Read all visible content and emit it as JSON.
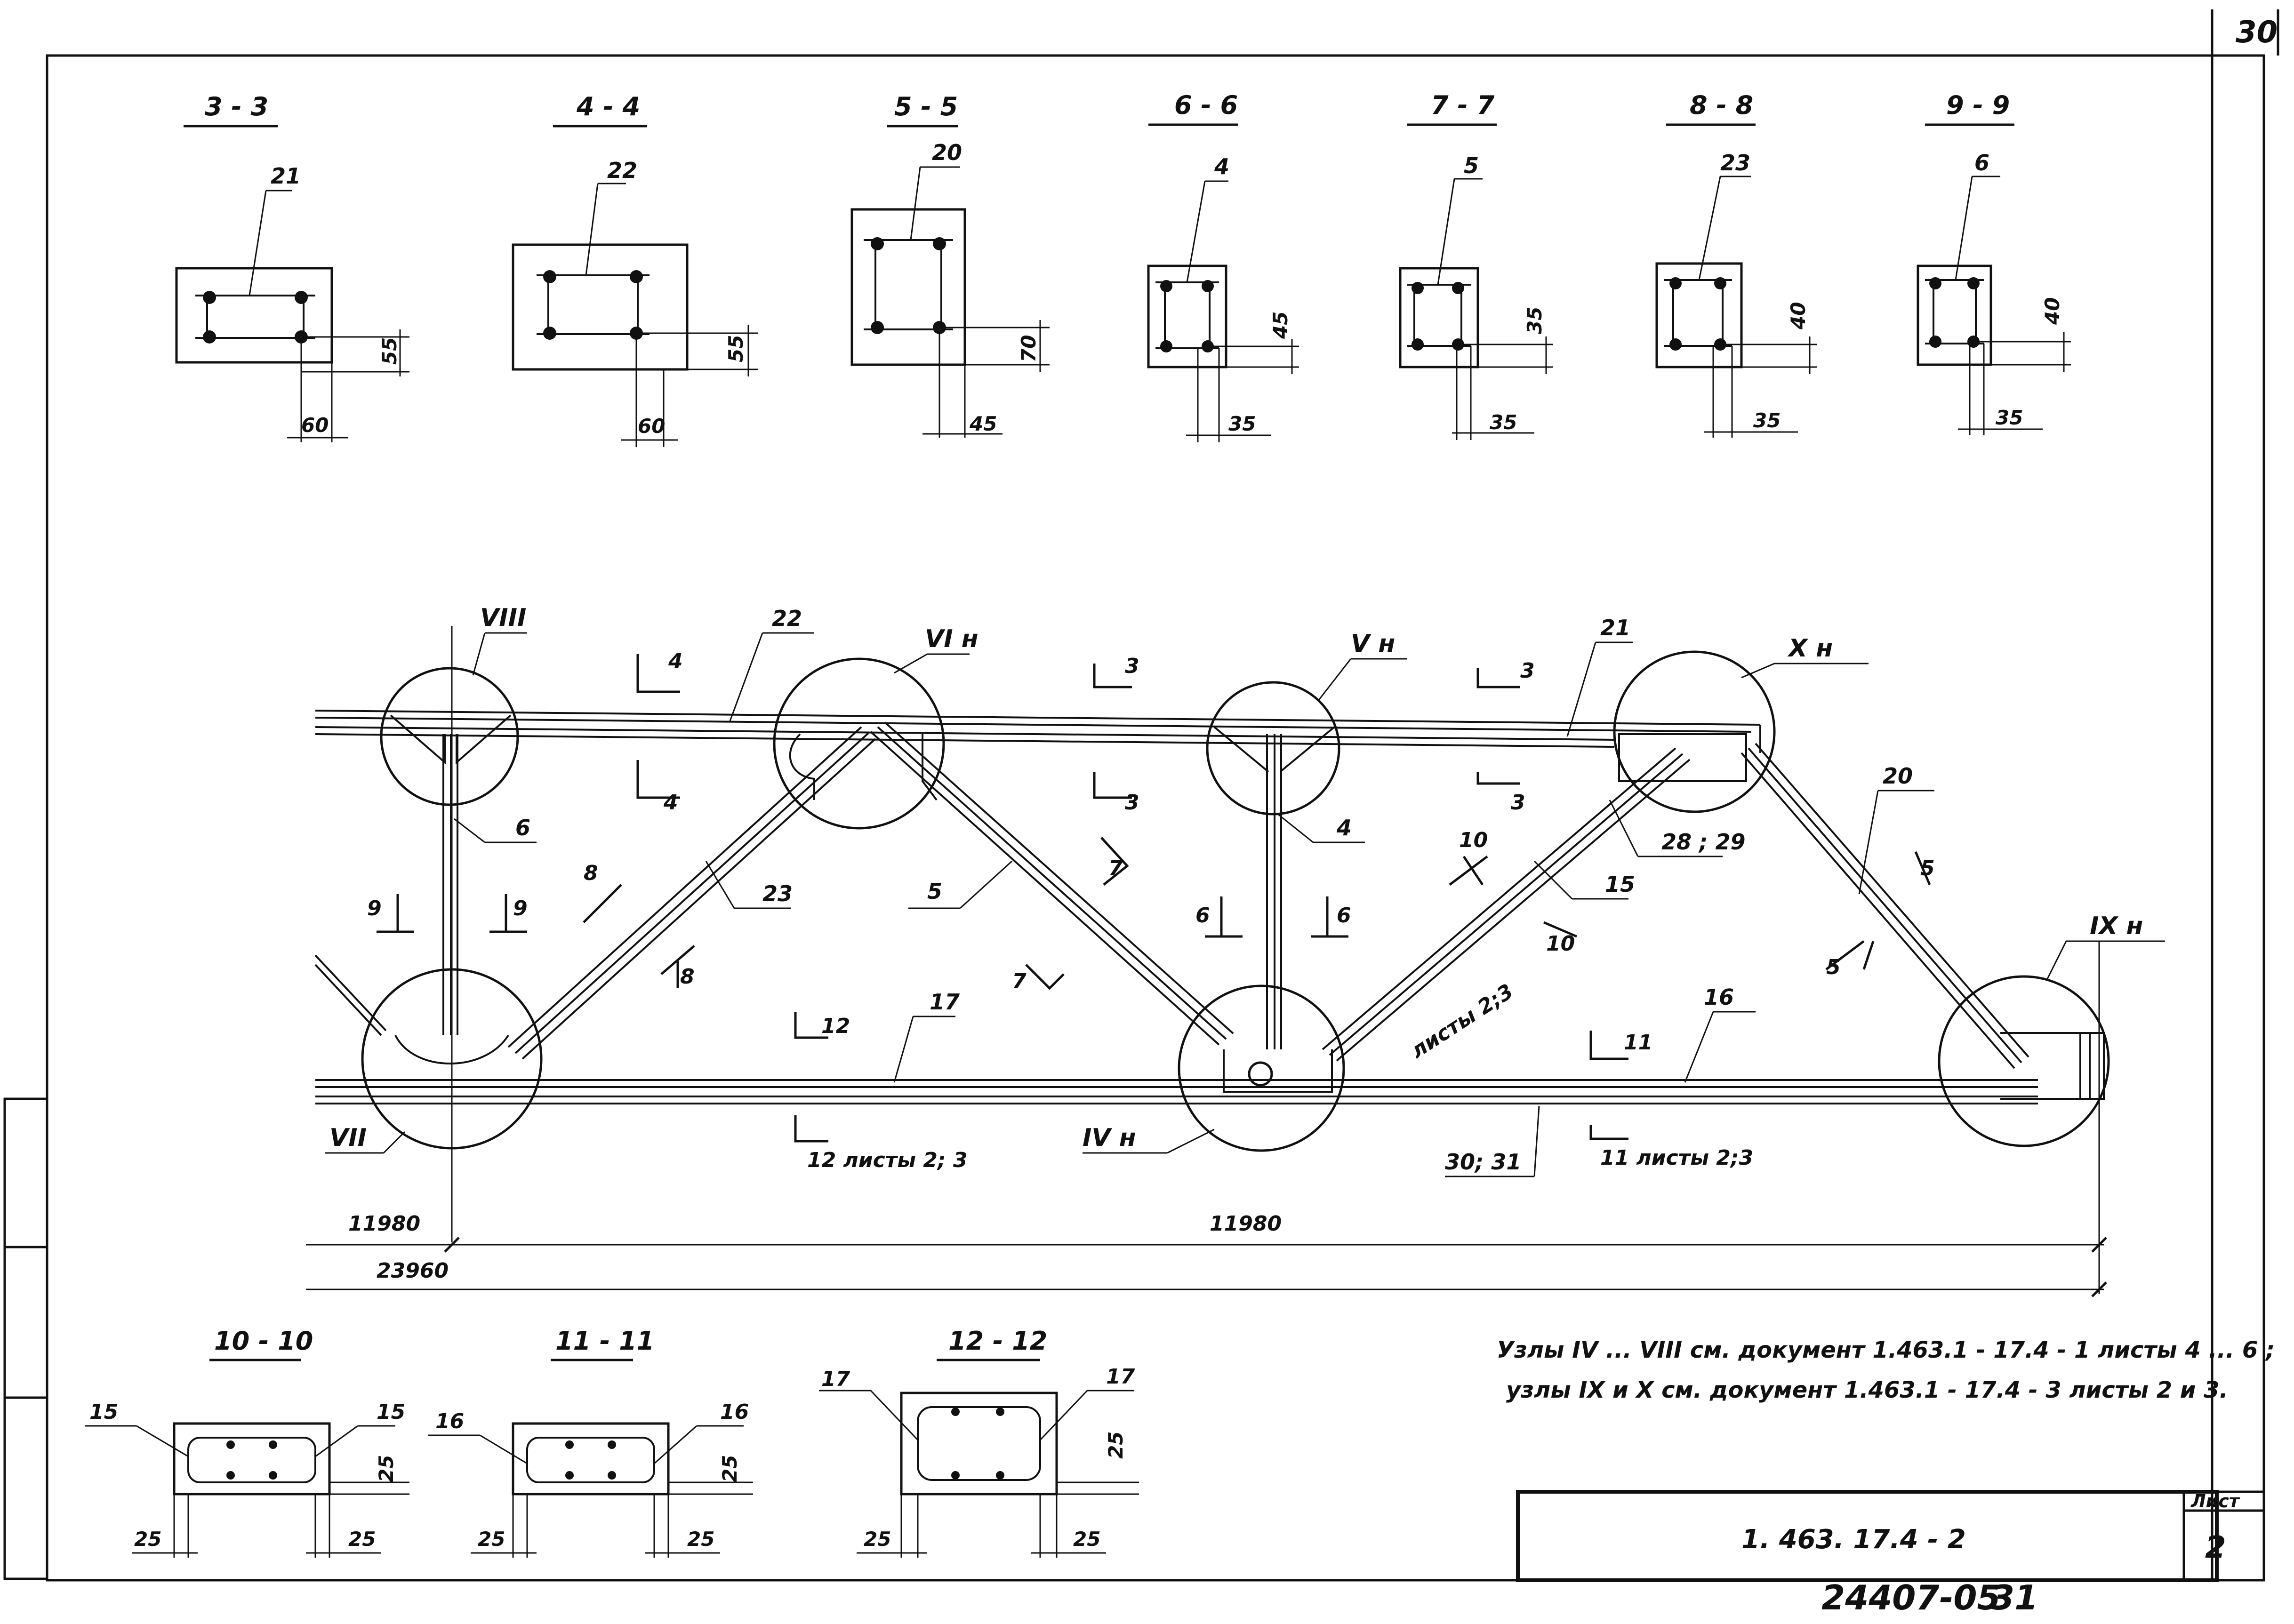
{
  "sheet": {
    "page_number": "30",
    "sheet_label": "Лист",
    "sheet_value": "2",
    "document_code": "1. 463. 17.4 - 2",
    "archive_number": "24407-05",
    "archive_page": "31"
  },
  "sections_top": [
    {
      "title": "3 - 3",
      "bar": "21",
      "dim_v": "55",
      "dim_h": "60"
    },
    {
      "title": "4 - 4",
      "bar": "22",
      "dim_v": "55",
      "dim_h": "60"
    },
    {
      "title": "5 - 5",
      "bar": "20",
      "dim_v": "70",
      "dim_h": "45"
    },
    {
      "title": "6 - 6",
      "bar": "4",
      "dim_v": "45",
      "dim_h": "35"
    },
    {
      "title": "7 - 7",
      "bar": "5",
      "dim_v": "35",
      "dim_h": "35"
    },
    {
      "title": "8 - 8",
      "bar": "23",
      "dim_v": "40",
      "dim_h": "35"
    },
    {
      "title": "9 - 9",
      "bar": "6",
      "dim_v": "40",
      "dim_h": "35"
    }
  ],
  "sections_bottom": [
    {
      "title": "10 - 10",
      "bar_left": "15",
      "bar_right": "15",
      "dim_v": "25",
      "dim_h_left": "25",
      "dim_h_right": "25"
    },
    {
      "title": "11 - 11",
      "bar_left": "16",
      "bar_right": "16",
      "dim_v": "25",
      "dim_h_left": "25",
      "dim_h_right": "25"
    },
    {
      "title": "12 - 12",
      "bar_left": "17",
      "bar_right": "17",
      "dim_v": "25",
      "dim_h_left": "25",
      "dim_h_right": "25"
    }
  ],
  "truss": {
    "node_labels": {
      "n8": "VIII",
      "n6h": "VI н",
      "n5h": "V н",
      "n10h": "X н",
      "n9h": "IX н",
      "n7": "VII",
      "n4h": "IV н"
    },
    "bar_labels": {
      "b22": "22",
      "b21": "21",
      "b20": "20",
      "b23": "23",
      "b5": "5",
      "b6": "6",
      "b4": "4",
      "b15": "15",
      "b2829": "28 ; 29",
      "b17": "17",
      "b16": "16",
      "b3031": "30; 31"
    },
    "cut_labels": {
      "c4a": "4",
      "c4b": "4",
      "c3a": "3",
      "c3b": "3",
      "c3c": "3",
      "c3d": "3",
      "c9a": "9",
      "c9b": "9",
      "c8a": "8",
      "c8b": "8",
      "c7a": "7",
      "c7b": "7",
      "c6a": "6",
      "c6b": "6",
      "c10a": "10",
      "c10b": "10",
      "c5a": "5",
      "c5b": "5",
      "c12a": "12",
      "c12b": "12 листы 2; 3",
      "c11a": "11",
      "c11b": "11 листы 2;3"
    },
    "sheets_note": "листы 2;3",
    "dim_left": "11980",
    "dim_right": "11980",
    "dim_total": "23960"
  },
  "notes": [
    "Узлы IV ... VIII см. документ 1.463.1 - 17.4 - 1 листы 4 ... 6 ;",
    "узлы IX и X см. документ 1.463.1 - 17.4 - 3 листы 2 и 3."
  ]
}
